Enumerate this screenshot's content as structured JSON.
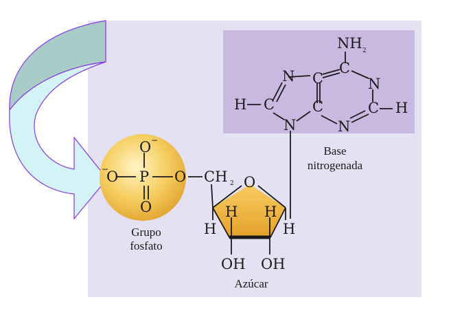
{
  "colors": {
    "panel": "#e4e1f2",
    "base_box": "#c9b8e0",
    "phosphate_ball": "#f3c14f",
    "sugar_ring": "#f0b23a",
    "arrow_dark": "#a8ccc8",
    "arrow_light": "#d2f4f6",
    "arrow_stroke": "#8b33e6"
  },
  "base": {
    "nh2": "NH",
    "nh2_sub": "2",
    "n_left_top": "N",
    "c_top_mid": "C",
    "c_top_right": "C",
    "n_right_top": "N",
    "h_left": "H",
    "c_left": "C",
    "c_mid": "C",
    "c_right": "C",
    "h_right": "H",
    "n_bottom_left": "N",
    "n_bottom_right": "N",
    "label_line1": "Base",
    "label_line2": "nitrogenada"
  },
  "phosphate": {
    "o_top": "O",
    "o_top_charge": "−",
    "o_left_charge": "−",
    "o_left": "O",
    "p": "P",
    "o_bottom": "O",
    "o_right": "O",
    "label_line1": "Grupo",
    "label_line2": "fosfato"
  },
  "sugar": {
    "ch2": "CH",
    "ch2_sub": "2",
    "ring_o": "O",
    "h_left_inner": "H",
    "h_right_inner": "H",
    "h_left_outer": "H",
    "h_right_outer": "H",
    "oh_left": "OH",
    "oh_right": "OH",
    "label": "Azúcar"
  }
}
